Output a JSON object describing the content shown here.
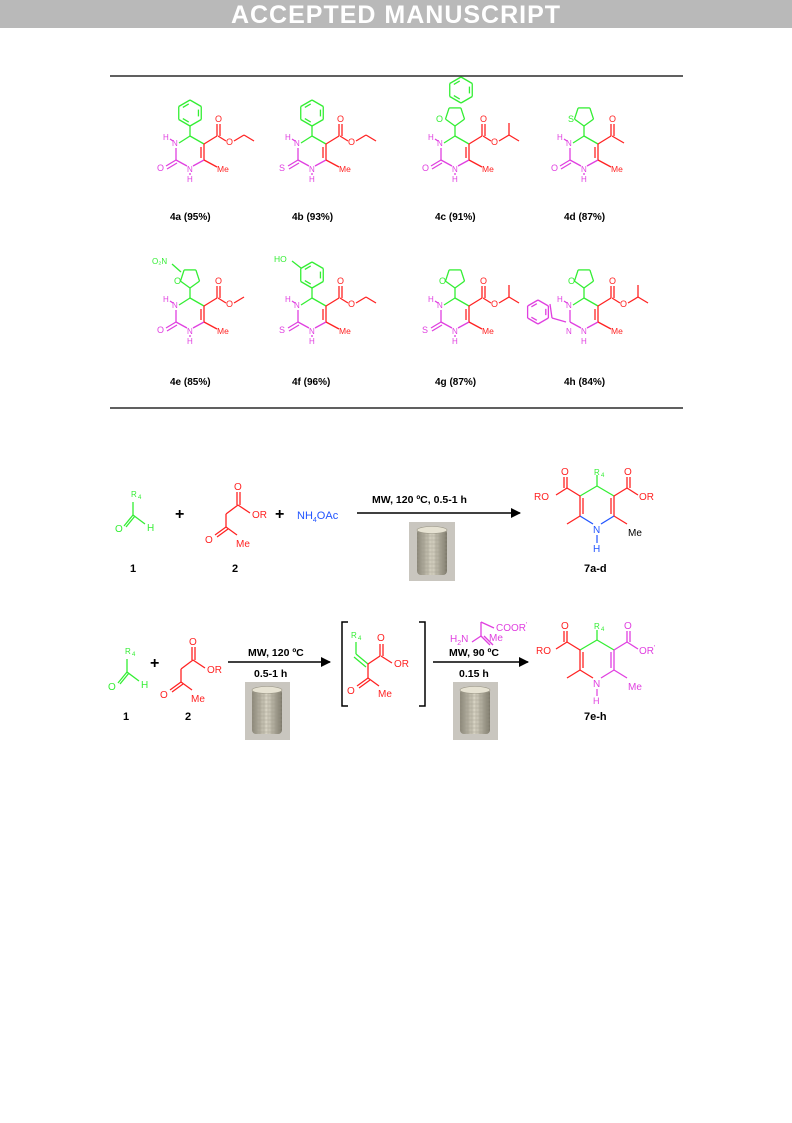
{
  "banner": "ACCEPTED MANUSCRIPT",
  "compounds": [
    {
      "id": "4a (95%)",
      "aryl": "phenyl",
      "x": "O",
      "ester": "ethyl"
    },
    {
      "id": "4b (93%)",
      "aryl": "phenyl",
      "x": "S",
      "ester": "ethyl"
    },
    {
      "id": "4c (91%)",
      "aryl": "benzofuran-2-yl",
      "x": "O",
      "ester": "isopropyl"
    },
    {
      "id": "4d (87%)",
      "aryl": "thiophen-2-yl",
      "x": "O",
      "ester": "acetyl"
    },
    {
      "id": "4e (85%)",
      "aryl": "5-nitrofuran-2-yl",
      "x": "O",
      "ester": "methyl"
    },
    {
      "id": "4f (96%)",
      "aryl": "3-hydroxyphenyl",
      "x": "S",
      "ester": "ethyl"
    },
    {
      "id": "4g (87%)",
      "aryl": "furan-2-yl",
      "x": "S",
      "ester": "isopropyl"
    },
    {
      "id": "4h (84%)",
      "aryl": "furan-2-yl",
      "x": "benzimidazole",
      "ester": "isopropyl"
    }
  ],
  "scheme1": {
    "label_1": "1",
    "label_2": "2",
    "reagent": "NH4OAc",
    "conditions": "MW, 120 ºC, 0.5-1 h",
    "product": "7a-d"
  },
  "scheme2": {
    "label_1": "1",
    "label_2": "2",
    "conditions_1_top": "MW, 120 ºC",
    "conditions_1_bottom": "0.5-1 h",
    "conditions_2_top": "MW, 90 ºC",
    "conditions_2_bottom": "0.15 h",
    "product": "7e-h"
  },
  "colors": {
    "green": "#33ee33",
    "red": "#ff2222",
    "magenta": "#e040e0",
    "blue": "#2255ff"
  }
}
